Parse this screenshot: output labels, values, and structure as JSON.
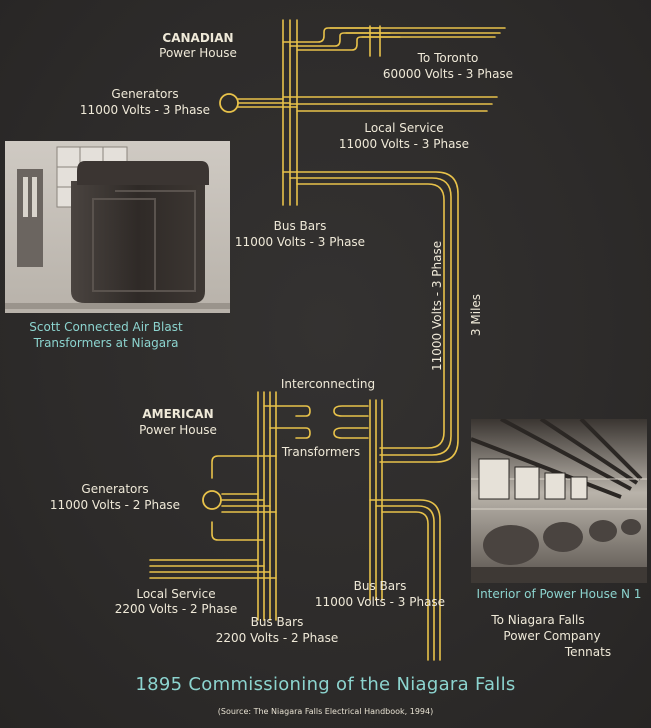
{
  "canadian": {
    "title": "CANADIAN",
    "subtitle": "Power House",
    "generators": "Generators",
    "generators_spec": "11000 Volts - 3 Phase",
    "to_toronto": "To Toronto",
    "to_toronto_spec": "60000 Volts - 3 Phase",
    "local_service": "Local Service",
    "local_service_spec": "11000 Volts - 3 Phase",
    "bus_bars": "Bus Bars",
    "bus_bars_spec": "11000 Volts - 3 Phase"
  },
  "transmission": {
    "voltage": "11000 Volts - 3 Phase",
    "distance": "3 Miles"
  },
  "american": {
    "title": "AMERICAN",
    "subtitle": "Power House",
    "interconnecting": "Interconnecting",
    "transformers": "Transformers",
    "generators": "Generators",
    "generators_spec": "11000 Volts - 2 Phase",
    "local_service": "Local Service",
    "local_service_spec": "2200 Volts - 2 Phase",
    "bus_bars": "Bus Bars",
    "bus_bars_spec": "2200 Volts - 2 Phase",
    "bus_bars_3ph": "Bus Bars",
    "bus_bars_3ph_spec": "11000 Volts - 3 Phase",
    "to_niagara_1": "To Niagara Falls",
    "to_niagara_2": "Power Company",
    "to_niagara_3": "Tennats"
  },
  "photos": {
    "transformer_caption_1": "Scott Connected Air Blast",
    "transformer_caption_2": "Transformers at Niagara",
    "interior_caption": "Interior of Power House N 1"
  },
  "footer": {
    "title": "1895 Commissioning of the Niagara Falls",
    "source": "(Source: The Niagara Falls Electrical Handbook, 1994)"
  },
  "colors": {
    "background": "#2e2c2b",
    "wire": "#e8c24a",
    "text": "#efe9d8",
    "caption": "#8cd4cf"
  }
}
